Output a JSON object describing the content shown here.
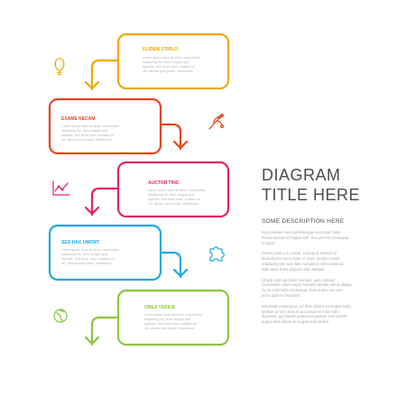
{
  "diagram": {
    "title_lines": [
      "DIAGRAM",
      "TITLE HERE"
    ],
    "subtitle": "SOME DESCRIPTION HERE",
    "paragraphs": [
      "mpe proidum sem pellentesque senectus. Dent feneia laoreet et feugiat velit. Sus per est consequat ut ligula",
      "Donec justo a In Lorem. Lacinia id semper id dediculorem stem dolor et amet, semper tester adipiscing elit, sed diam nonummy nibh euismod. Nibh diam dolor aliquam erat volutpat.",
      "Ut wisi enim ad minim veniam, quis nostrud exercitation ullamcorper suscipit lobortis nisl ut aliquip ex ea commodo consequat. Duis autem vel eum iriure dolor in hendrerit.",
      "Kmolestie consequat, vel illum dolore eu feugiat nulla facilisis at vero eros et accumsan et iusto odio dignissim qui blandit praesent luptatum zzril delenit augue duis dolore te feugait nulla facilisi."
    ]
  },
  "steps": [
    {
      "title": "KLIDEM ETIRLO",
      "color": "#f2a900",
      "icon": "lightbulb-icon",
      "text": [
        "Lorem ipsum dolor sit amet, consectetur",
        "adipiscing elit. Nunc feugiat quis",
        "egestas. Sed dolor nunc, sodales sit",
        "vel, ultrices quis ipsum. Vestibulum"
      ]
    },
    {
      "title": "EXAME KECAM",
      "color": "#e8461e",
      "icon": "branch-icon",
      "text": [
        "Lorem ipsum dolor sit amet, consectetur",
        "adipiscing elit. Nunc feugiat quis",
        "egestas. Sed dolor nunc, sodales sit",
        "vel, ultrices quis ipsum. Vestibulum"
      ]
    },
    {
      "title": "AUCTOR TINC",
      "color": "#e5226b",
      "icon": "chart-icon",
      "text": [
        "Lorem ipsum dolor sit amet, consectetur",
        "adipiscing elit. Nunc feugiat quis",
        "egestas. Sed dolor nunc, sodales sit",
        "vel, ultrices quis ipsum. Vestibulum"
      ]
    },
    {
      "title": "SED HAC UMORT",
      "color": "#1fa9e1",
      "icon": "puzzle-icon",
      "text": [
        "Lorem ipsum dolor sit amet, consectetur",
        "adipiscing elit. Nunc feugiat quis",
        "egestas. Sed dolor nunc, sodales sit",
        "vel, ultrices quis ipsum. Vestibulum"
      ]
    },
    {
      "title": "ONEA TERIUS",
      "color": "#8cc63f",
      "icon": "globe-icon",
      "text": [
        "Lorem ipsum dolor sit amet, consectetur",
        "adipiscing elit. Nunc feugiat quis",
        "egestas. Sed dolor nunc, sodales sit",
        "vel, ultrices quis ipsum. Vestibulum"
      ]
    }
  ]
}
